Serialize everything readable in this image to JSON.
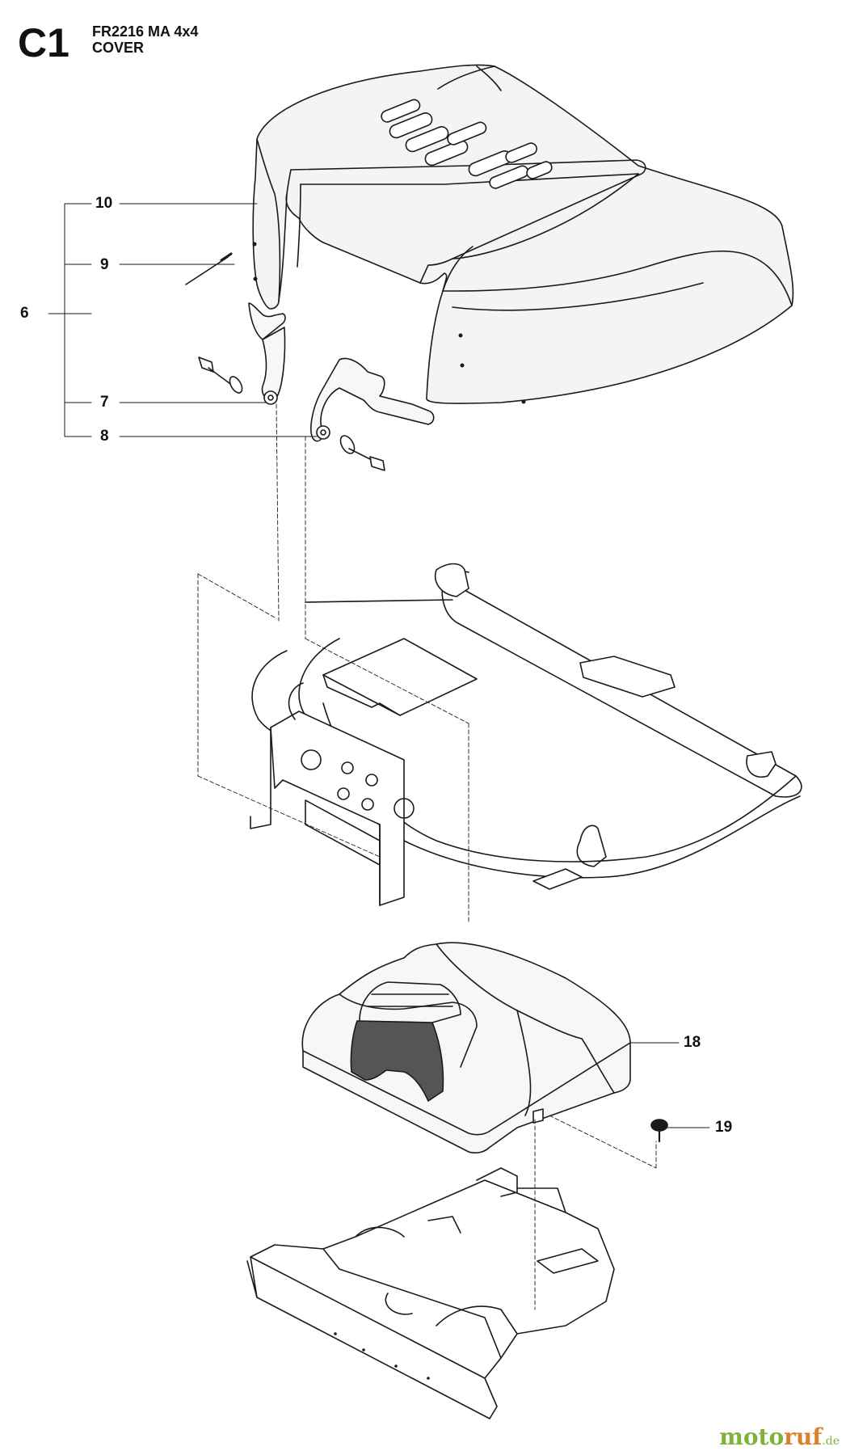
{
  "header": {
    "section_code": "C1",
    "model": "FR2216 MA 4x4",
    "title": "COVER"
  },
  "callouts": [
    {
      "id": "10",
      "label": "10"
    },
    {
      "id": "9",
      "label": "9"
    },
    {
      "id": "6",
      "label": "6"
    },
    {
      "id": "7",
      "label": "7"
    },
    {
      "id": "8",
      "label": "8"
    },
    {
      "id": "18",
      "label": "18"
    },
    {
      "id": "19",
      "label": "19"
    }
  ],
  "watermark": {
    "part1": "moto",
    "part2": "ruf",
    "part3": ".de"
  },
  "colors": {
    "line": "#1a1a1a",
    "hood_fill": "#f4f4f4",
    "grille_fill": "#555555",
    "watermark_green": "#7fb23a",
    "watermark_orange": "#d9822b"
  }
}
